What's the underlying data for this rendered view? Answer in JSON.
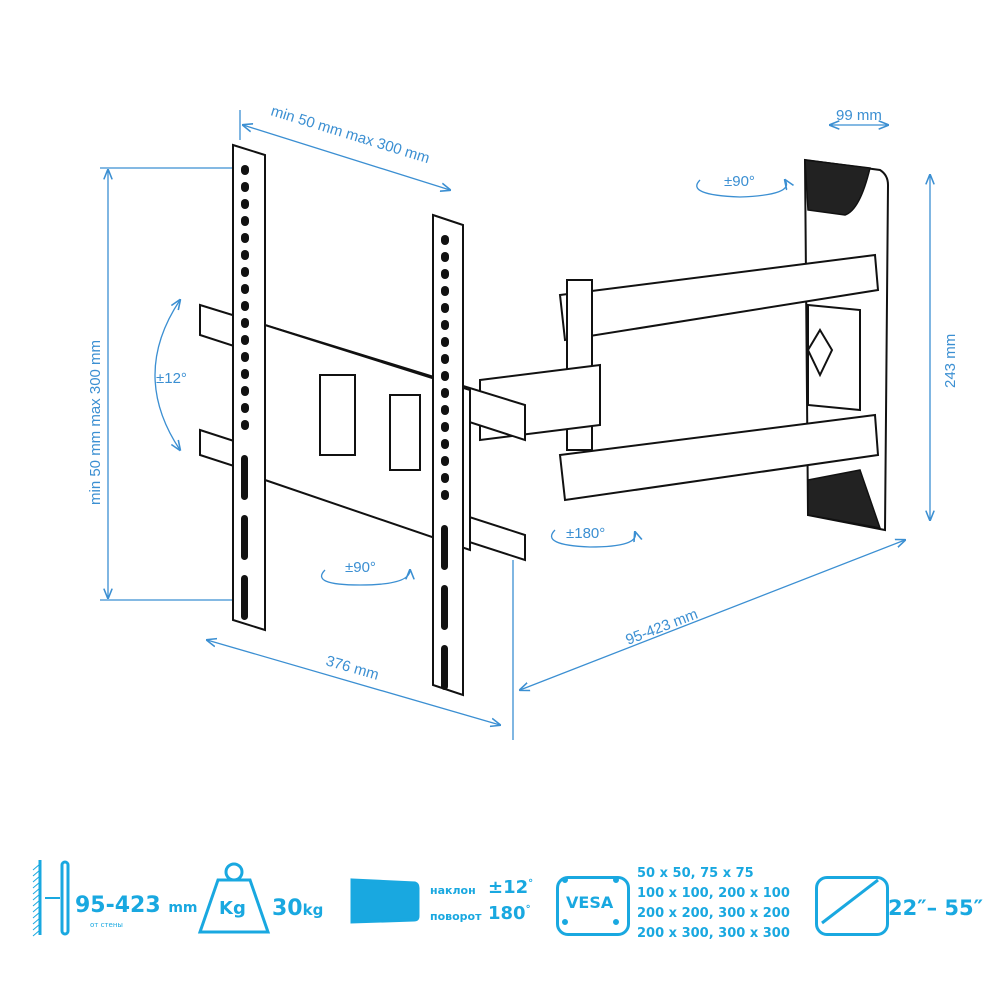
{
  "diagram": {
    "vesa_width_label": "min 50 mm max 300 mm",
    "vesa_height_label": "min 50 mm max 300 mm",
    "tilt_label": "±12°",
    "swivel_plate_label": "±90°",
    "swivel_wall_label": "±90°",
    "rotate_label": "±180°",
    "width_label": "376  mm",
    "extension_label": "95-423 mm",
    "wall_plate_width_label": "99 mm",
    "wall_plate_height_label": "243 mm"
  },
  "specs": {
    "distance": {
      "value": "95-423",
      "unit": "mm",
      "note": "от стены"
    },
    "weight": {
      "icon_label": "Kg",
      "value": "30",
      "unit": "kg"
    },
    "motion": {
      "tilt_label": "наклон",
      "tilt_value": "±12",
      "rotate_label": "поворот",
      "rotate_value": "180",
      "degree": "°"
    },
    "vesa": {
      "icon_label": "VESA",
      "sizes": [
        "50 x 50, 75 x 75",
        "100 x 100, 200 x 100",
        "200 x 200, 300 x 200",
        "200 x 300, 300 x 300"
      ]
    },
    "screen": {
      "value": "22″– 55″"
    }
  },
  "colors": {
    "accent": "#19a8e0",
    "dimension": "#3b8fd2"
  }
}
